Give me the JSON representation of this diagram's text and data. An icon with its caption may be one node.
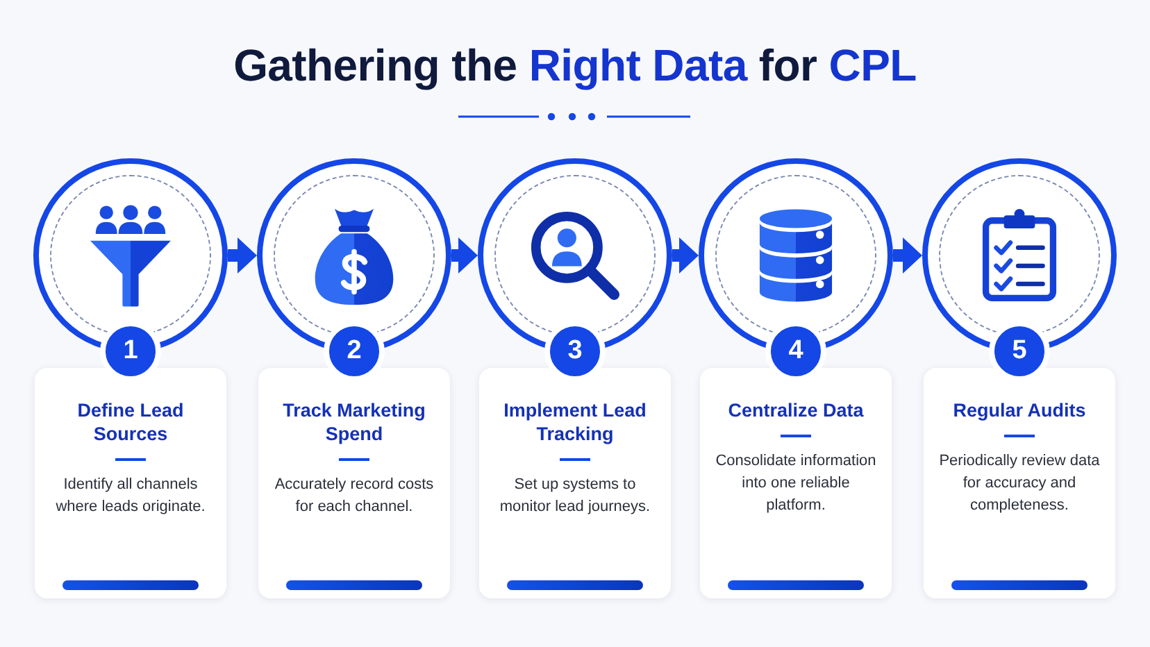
{
  "diagram": {
    "title": "Gathering the **Right Data** for **CPL**",
    "nodes": [
      {
        "text": [],
        "shape": "circle"
      },
      {
        "text": [
          "1"
        ]
      },
      {
        "text": [
          "Define Lead Sources",
          "Identify all channels where leads originate."
        ]
      },
      {
        "text": [],
        "shape": "circle"
      },
      {
        "text": [
          "2"
        ]
      },
      {
        "text": [
          "Track Marketing Spend",
          "Accurately record costs for each channel."
        ]
      },
      {
        "text": [],
        "shape": "circle"
      },
      {
        "text": [
          "3"
        ]
      },
      {
        "text": [
          "Implement Lead Tracking",
          "Set up systems to monitor lead journeys."
        ]
      },
      {
        "text": [],
        "shape": "circle"
      },
      {
        "text": [
          "4"
        ]
      },
      {
        "text": [
          "Centralize Data",
          "Consolidate information into one reliable platform."
        ]
      },
      {
        "text": [],
        "shape": "circle"
      },
      {
        "text": [
          "5"
        ]
      },
      {
        "text": [
          "Regular Audits",
          "Periodically review data for accuracy and completeness."
        ]
      }
    ],
    "edges": [
      {
        "from": 0,
        "to": 3,
        "arrow": "to"
      },
      {
        "from": 3,
        "to": 6,
        "arrow": "to"
      },
      {
        "from": 6,
        "to": 9,
        "arrow": "to"
      },
      {
        "from": 9,
        "to": 12,
        "arrow": "to"
      }
    ]
  }
}
